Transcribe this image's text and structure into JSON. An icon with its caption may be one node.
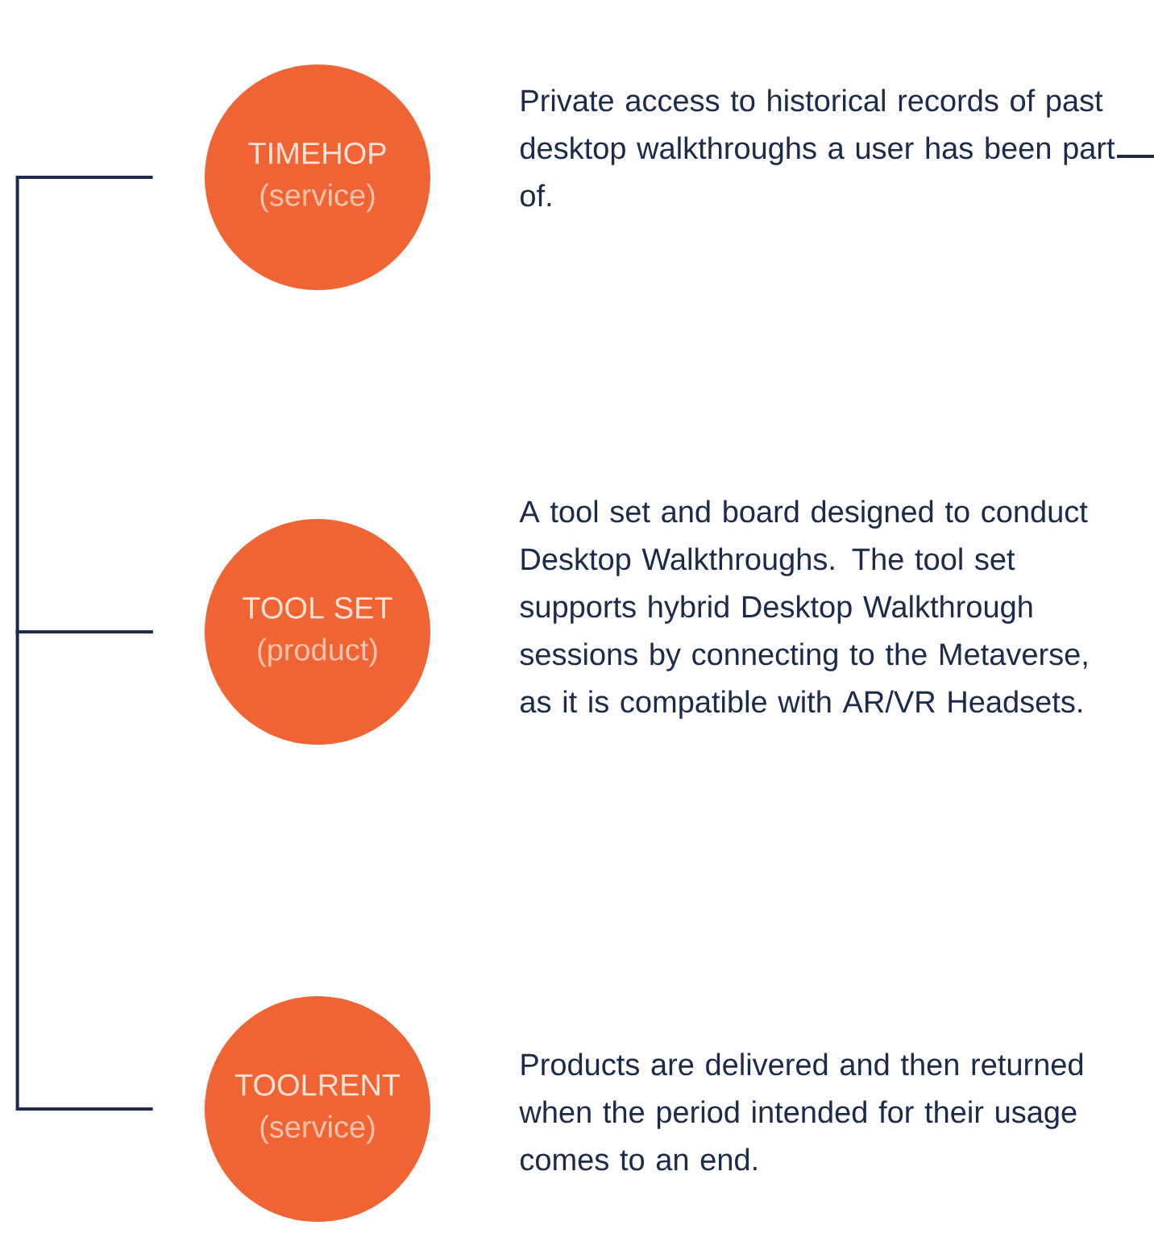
{
  "diagram": {
    "nodes": [
      {
        "text": [
          "TIMEHOP",
          "(service)"
        ],
        "beside": [
          "Private access to historical records of past desktop walkthroughs a user has been part of."
        ]
      },
      {
        "text": [
          "TOOL SET",
          "(product)"
        ],
        "beside": [
          "A tool set and board designed to conduct Desktop Walkthroughs. The tool set supports hybrid Desktop Walkthrough sessions by connecting to the Metaverse, as it is compatible with AR/VR Headsets."
        ]
      },
      {
        "text": [
          "TOOLRENT",
          "(service)"
        ],
        "beside": [
          "Products are delivered and then returned when the period intended for their usage comes to an end."
        ]
      }
    ],
    "edges": [
      {
        "from": 0,
        "to": 1,
        "arrow": "none"
      },
      {
        "from": 1,
        "to": 2,
        "arrow": "none"
      }
    ]
  }
}
